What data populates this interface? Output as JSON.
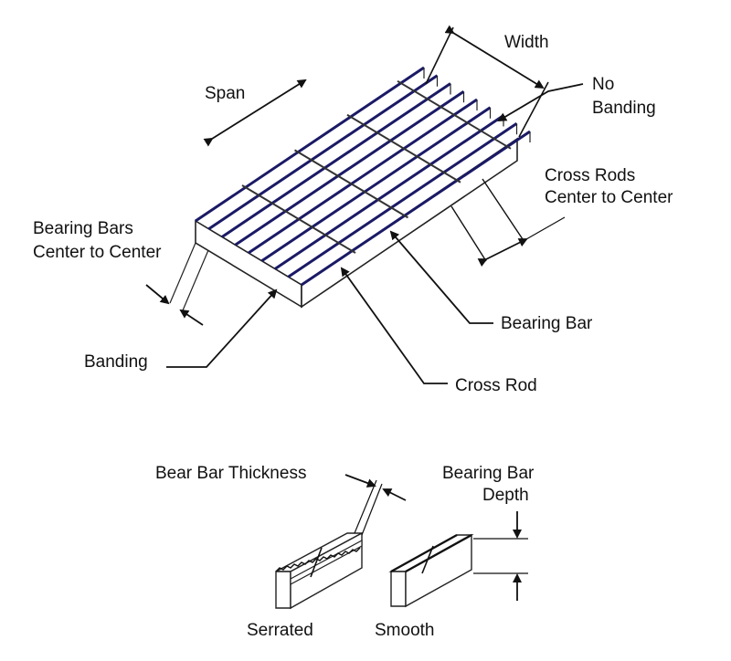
{
  "labels": {
    "width": "Width",
    "span": "Span",
    "no_banding_1": "No",
    "no_banding_2": "Banding",
    "cross_rods_c2c_1": "Cross Rods",
    "cross_rods_c2c_2": "Center to Center",
    "bearing_bars_c2c_1": "Bearing Bars",
    "bearing_bars_c2c_2": "Center to Center",
    "bearing_bar": "Bearing Bar",
    "banding": "Banding",
    "cross_rod": "Cross Rod",
    "bear_bar_thickness": "Bear Bar Thickness",
    "bearing_bar_depth_1": "Bearing Bar",
    "bearing_bar_depth_2": "Depth",
    "serrated": "Serrated",
    "smooth": "Smooth"
  },
  "colors": {
    "bar_top": "#1a1a66",
    "outline": "#222222",
    "face": "#ffffff"
  }
}
